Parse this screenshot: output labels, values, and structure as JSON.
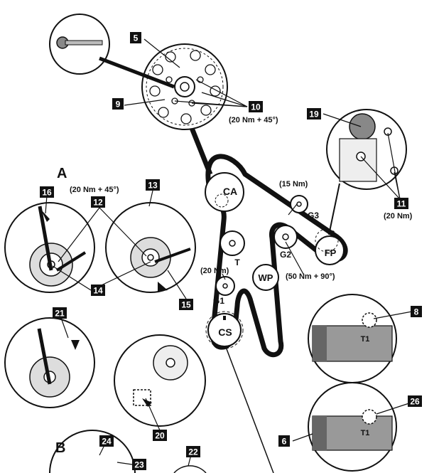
{
  "section_labels": {
    "a": "A",
    "b": "B"
  },
  "callouts": [
    "5",
    "9",
    "10",
    "19",
    "11",
    "16",
    "12",
    "13",
    "14",
    "15",
    "21",
    "8",
    "26",
    "20",
    "6",
    "24",
    "23",
    "22"
  ],
  "pulleys": {
    "camshaft": "CA",
    "fuel_pump": "FP",
    "tensioner": "T",
    "water_pump": "WP",
    "crankshaft": "CS",
    "idler_1": "G1",
    "idler_2": "G2",
    "idler_3": "G3"
  },
  "torques": {
    "cam_bolts": "(20 Nm + 45°)",
    "idler_3": "(15 Nm)",
    "fuel_pump_bolts": "(20 Nm)",
    "tensioner_bolt": "(20 Nm + 45°)",
    "idler_1": "(20 Nm)",
    "idler_2": "(50 Nm + 90°)"
  },
  "tdc_marks": {
    "upper": "T1",
    "lower": "T1"
  }
}
